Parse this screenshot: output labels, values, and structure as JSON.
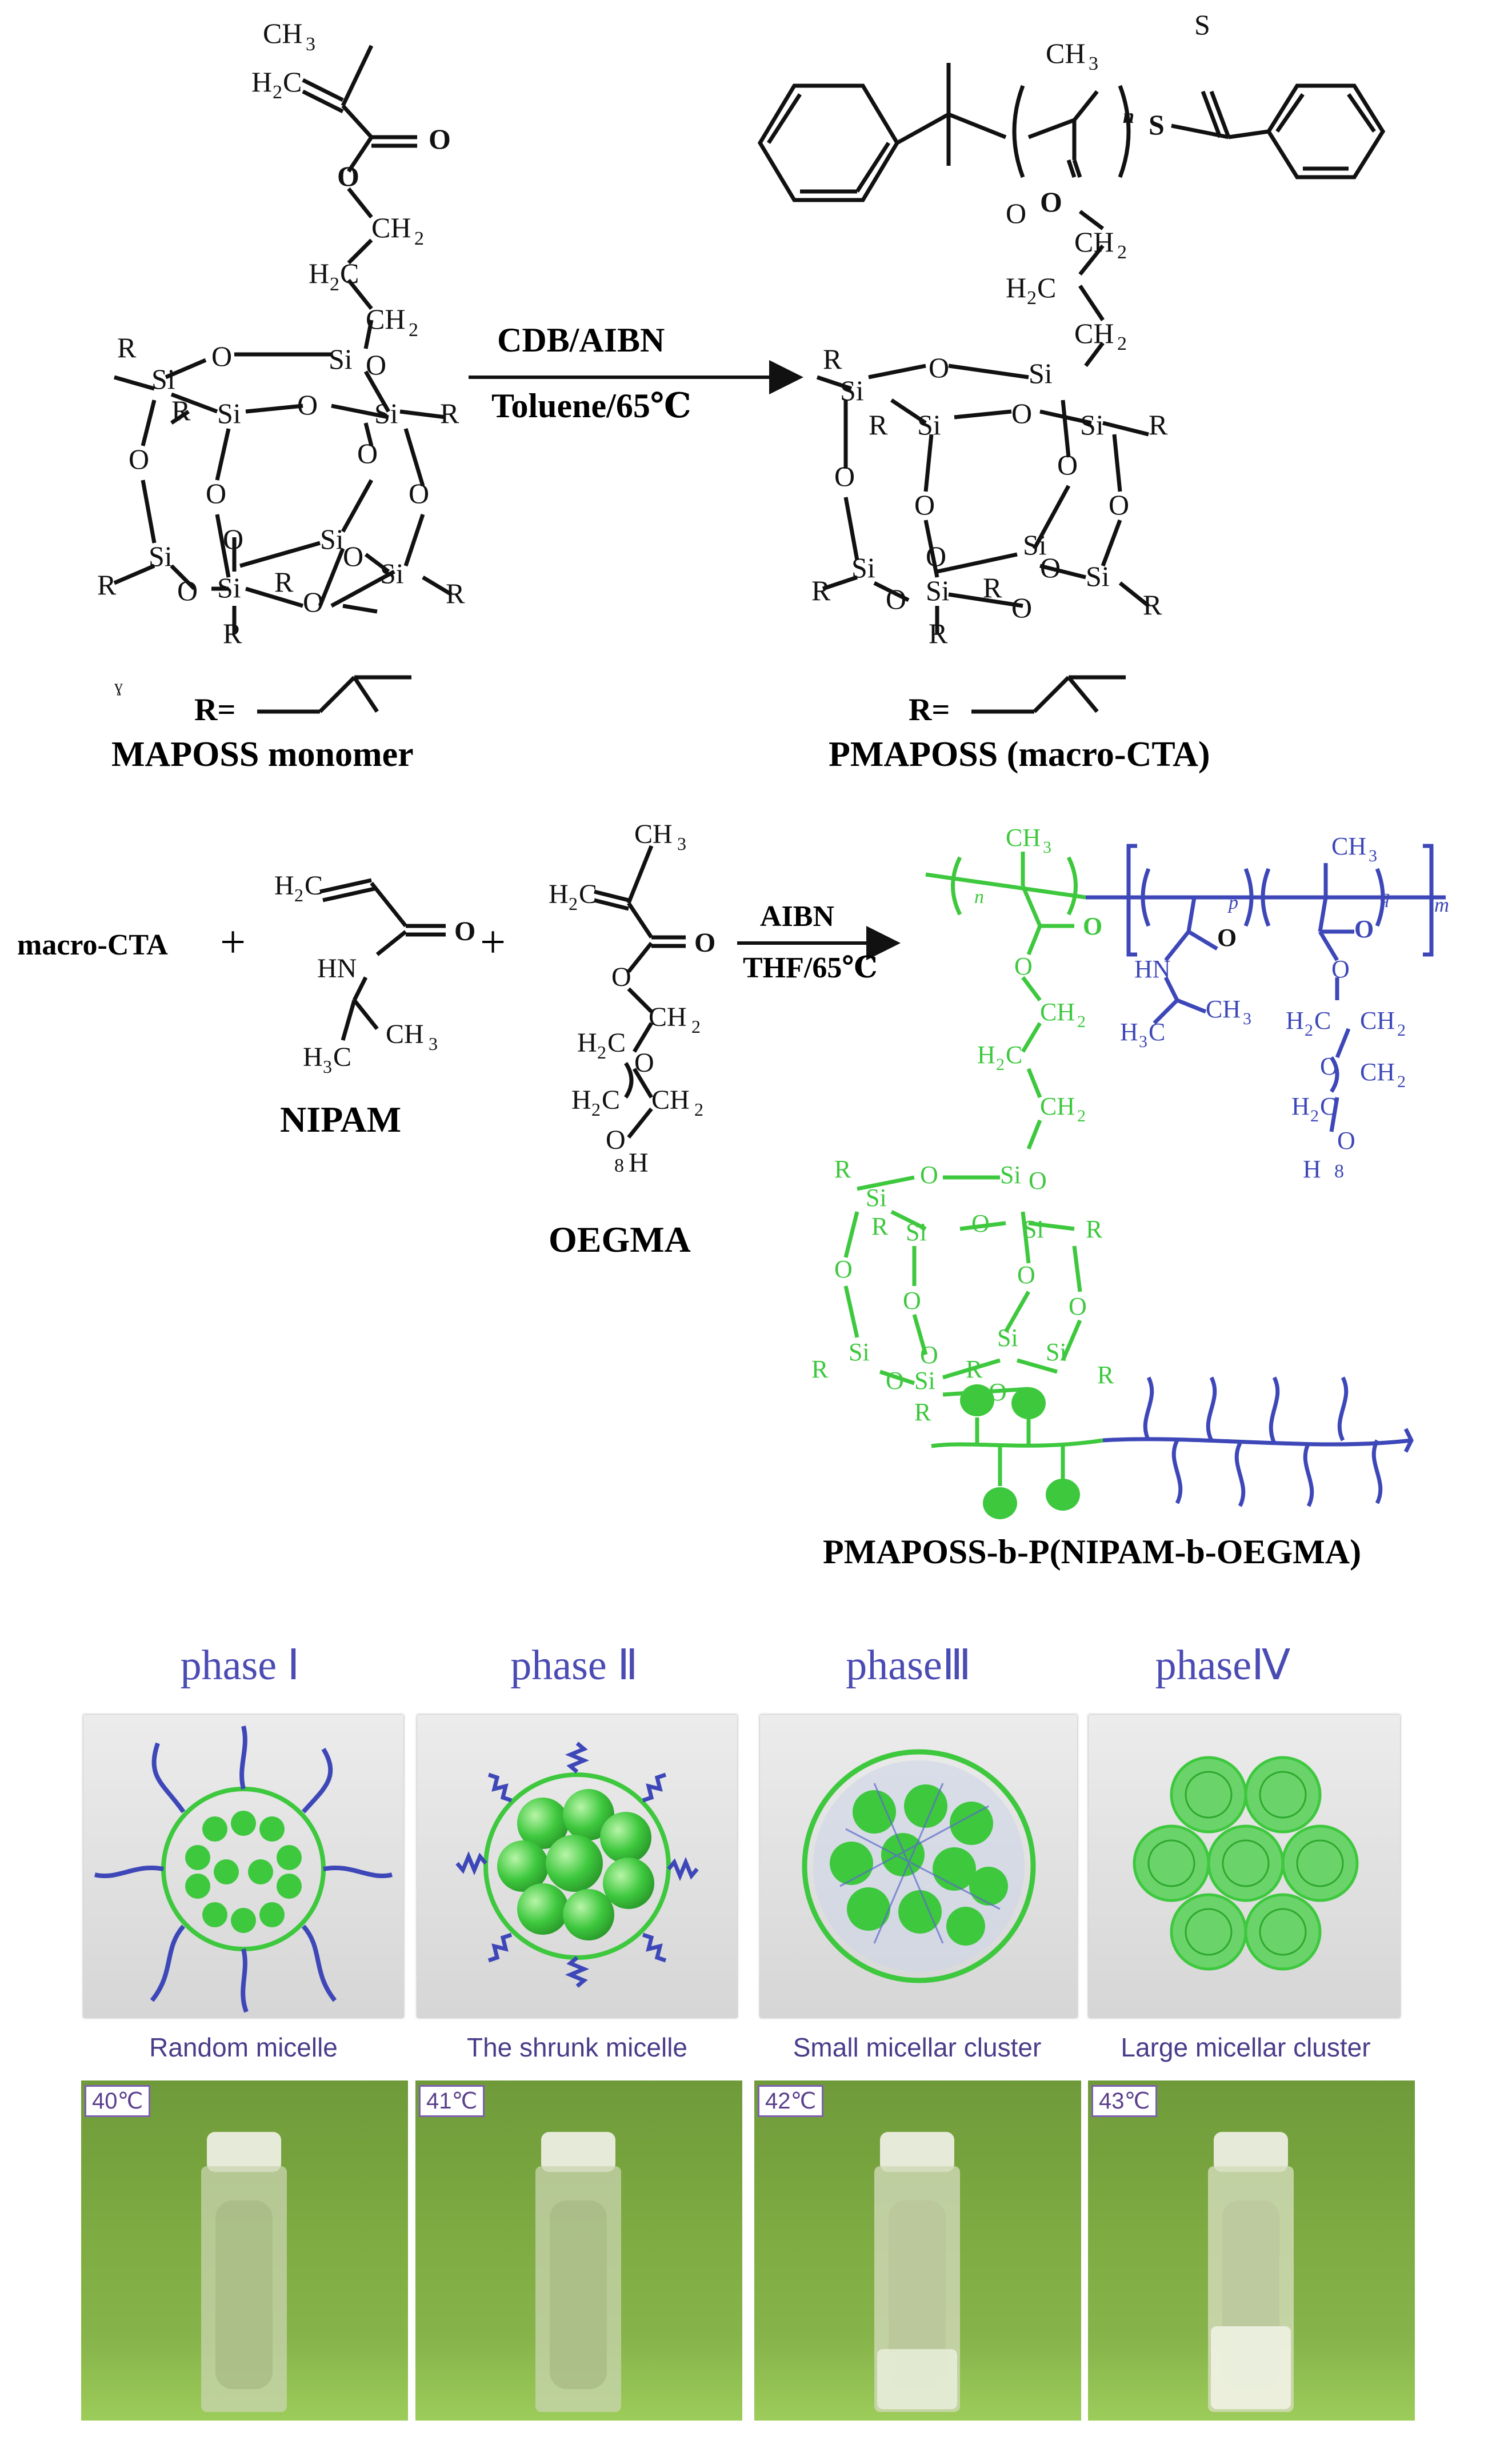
{
  "reaction1": {
    "reagents_top": "CDB/AIBN",
    "reagents_bottom": "Toluene/65℃",
    "monomer_name": "MAPOSS monomer",
    "product_name": "PMAPOSS (macro-CTA)",
    "r_label": "R="
  },
  "reaction2": {
    "start": "macro-CTA",
    "plus": "+",
    "reagents_top": "AIBN",
    "reagents_bottom": "THF/65℃",
    "nipam_name": "NIPAM",
    "oegma_name": "OEGMA",
    "product_name": "PMAPOSS-b-P(NIPAM-b-OEGMA)"
  },
  "phases": [
    {
      "title": "phase Ⅰ",
      "caption": "Random micelle",
      "temp": "40℃"
    },
    {
      "title": "phase Ⅱ",
      "caption": "The shrunk micelle",
      "temp": "41℃"
    },
    {
      "title": "phaseⅢ",
      "caption": "Small micellar cluster",
      "temp": "42℃"
    },
    {
      "title": "phaseⅣ",
      "caption": "Large micellar cluster",
      "temp": "43℃"
    }
  ],
  "colors": {
    "green": "#3ec83e",
    "blue": "#3d47b8",
    "purple": "#4b3c8a"
  }
}
